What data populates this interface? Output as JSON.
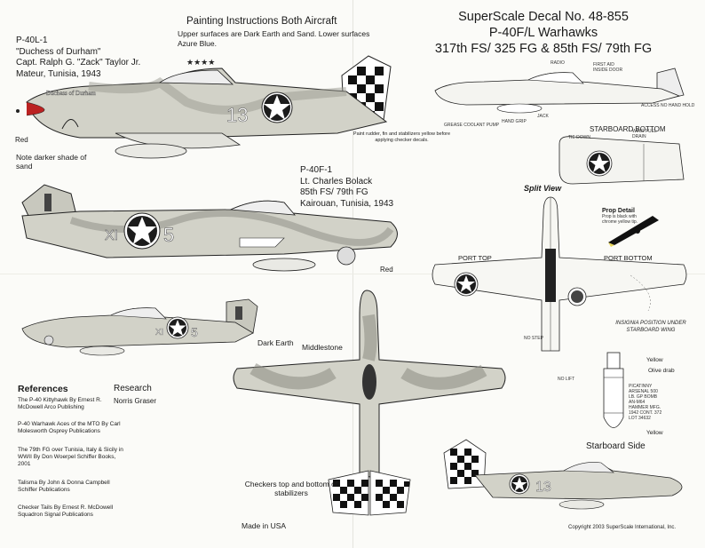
{
  "header": {
    "line1": "SuperScale Decal No. 48-855",
    "line2": "P-40F/L Warhawks",
    "line3": "317th FS/ 325 FG & 85th FS/ 79th FG"
  },
  "painting": {
    "title": "Painting Instructions Both Aircraft",
    "body": "Upper surfaces are Dark Earth and Sand. Lower surfaces Azure Blue."
  },
  "aircraft1": {
    "model": "P-40L-1",
    "name": "\"Duchess of Durham\"",
    "pilot": "Capt. Ralph G. \"Zack\" Taylor Jr.",
    "location": "Mateur, Tunisia, 1943",
    "number": "13",
    "nose_art": "Duchess of Durham"
  },
  "aircraft2": {
    "model": "P-40F-1",
    "pilot": "Lt. Charles Bolack",
    "unit": "85th FS/ 79th FG",
    "location": "Kairouan, Tunisia, 1943",
    "code_left": "XI",
    "code_right": "5"
  },
  "notes": {
    "red1": "Red",
    "darker_sand": "Note darker shade of sand",
    "red2": "Red",
    "paint_rudder": "Paint rudder, fin and stabilizers yellow before applying checker decals.",
    "dark_earth": "Dark Earth",
    "middlestone": "Middlestone",
    "checkers": "Checkers top and bottom of stabilizers",
    "made_in": "Made in USA",
    "copyright": "Copyright 2003 SuperScale International, Inc."
  },
  "stencils": {
    "radio": "RADIO",
    "first_aid": "FIRST AID INSIDE DOOR",
    "jack": "JACK",
    "hand_grip": "HAND GRIP",
    "grease": "GREASE COOLANT PUMP",
    "access": "ACCESS",
    "no_hand_hold": "NO HAND HOLD",
    "tie_down": "TIE DOWN",
    "wing_fuel": "WING FUEL DRAIN",
    "no_step": "NO STEP",
    "no_lift": "NO LIFT",
    "prop_detail_title": "Prop Detail",
    "prop_detail_body": "Prop is black with chrome yellow tip.",
    "yellow": "Yellow",
    "olive_drab": "Olive drab",
    "yellow2": "Yellow",
    "bomb_text": "PICATINNY ARSENAL 500 LB. GP BOMB AN-M64 HAMMER MFG. 1942 CONT. 372 LOT 34632"
  },
  "views": {
    "starboard_bottom": "STARBOARD BOTTOM",
    "split_view": "Split View",
    "port_top": "PORT TOP",
    "port_bottom": "PORT BOTTOM",
    "insignia_position": "INSIGNIA POSITION UNDER STARBOARD WING",
    "starboard_side": "Starboard Side",
    "starboard_number": "13"
  },
  "references": {
    "heading": "References",
    "items": [
      "The P-40 Kittyhawk By Ernest R. McDowell Arco Publishing",
      "P-40 Warhawk Aces of the MTO By Carl Molesworth Osprey Publications",
      "The 79th FG over Tunisia, Italy & Sicily in WWII By Don Woerpel Schiffer Books, 2001",
      "Talisma By John & Donna Campbell Schiffer Publications",
      "Checker Tails By Ernest R. McDowell Squadron Signal Publications"
    ]
  },
  "research": {
    "heading": "Research",
    "name": "Norris Graser"
  },
  "colors": {
    "sand": "#d2d2c8",
    "dark_earth": "#8a8a82",
    "azure": "#dcdcd6",
    "checker": "#111111"
  }
}
